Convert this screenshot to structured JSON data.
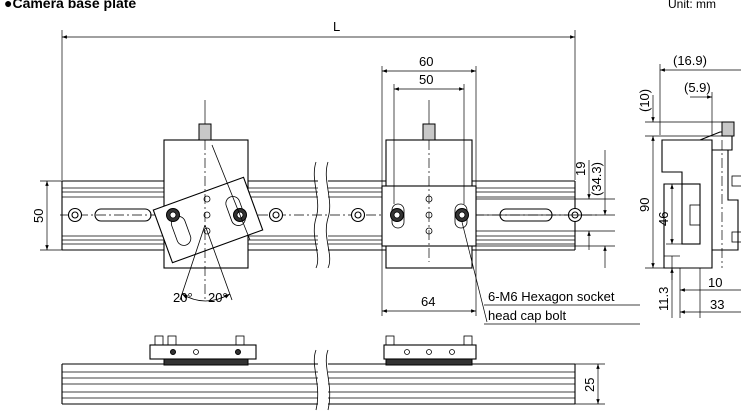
{
  "title": "●Camera base plate",
  "top_right": "Unit: mm",
  "dimensions": {
    "L": "L",
    "d60": "60",
    "d50_top": "50",
    "d50_left": "50",
    "d19": "19",
    "d34_3": "(34.3)",
    "d64": "64",
    "angle_left": "20°",
    "angle_right": "20°",
    "d16_9": "(16.9)",
    "d5_9": "(5.9)",
    "d10_v": "(10)",
    "d90": "90",
    "d46": "46",
    "d11_3": "11.3",
    "d10": "10",
    "d33": "33",
    "d25": "25"
  },
  "callout": {
    "line1": "6-M6 Hexagon socket",
    "line2": "head cap bolt"
  }
}
